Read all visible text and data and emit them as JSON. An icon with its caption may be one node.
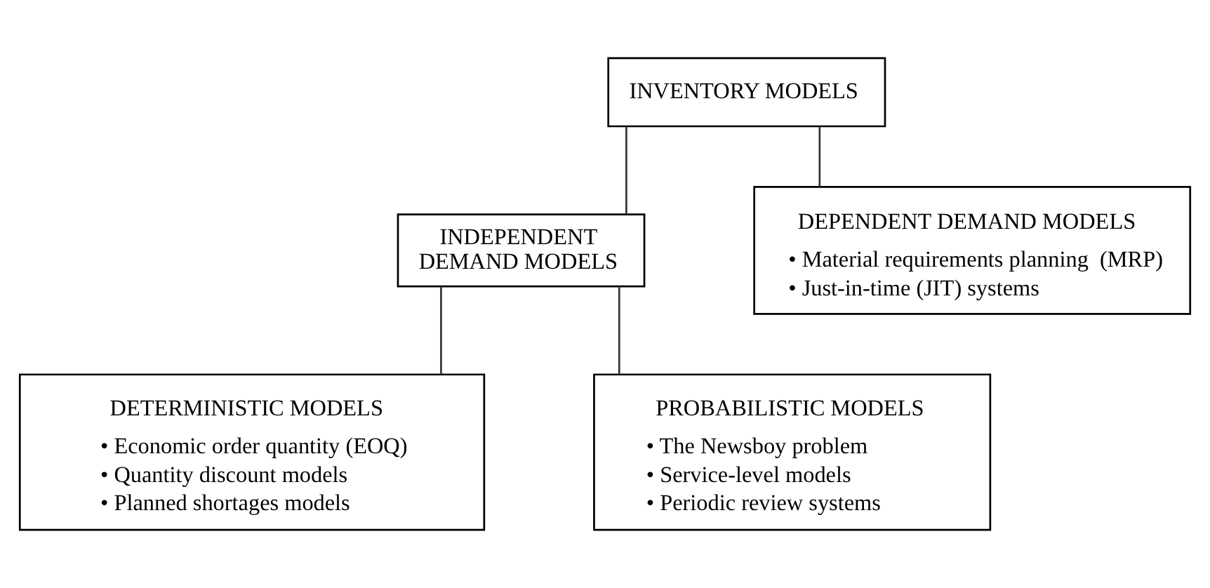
{
  "diagram": {
    "nodes": [
      {
        "text": [
          "INVENTORY MODELS"
        ]
      },
      {
        "text": [
          "INDEPENDENT DEMAND MODELS"
        ]
      },
      {
        "text": [
          "DEPENDENT DEMAND MODELS",
          "• Material requirements planning  (MRP)",
          "• Just-in-time (JIT) systems"
        ]
      },
      {
        "text": [
          "DETERMINISTIC MODELS",
          "• Economic order quantity (EOQ)",
          "• Quantity discount models",
          "• Planned shortages models"
        ]
      },
      {
        "text": [
          "PROBABILISTIC MODELS",
          "• The Newsboy problem",
          "• Service-level models",
          "• Periodic review systems"
        ]
      }
    ],
    "edges": [
      {
        "from": 0,
        "to": 1,
        "arrow": "none"
      },
      {
        "from": 0,
        "to": 2,
        "arrow": "none"
      },
      {
        "from": 1,
        "to": 3,
        "arrow": "none"
      },
      {
        "from": 1,
        "to": 4,
        "arrow": "none"
      }
    ]
  }
}
